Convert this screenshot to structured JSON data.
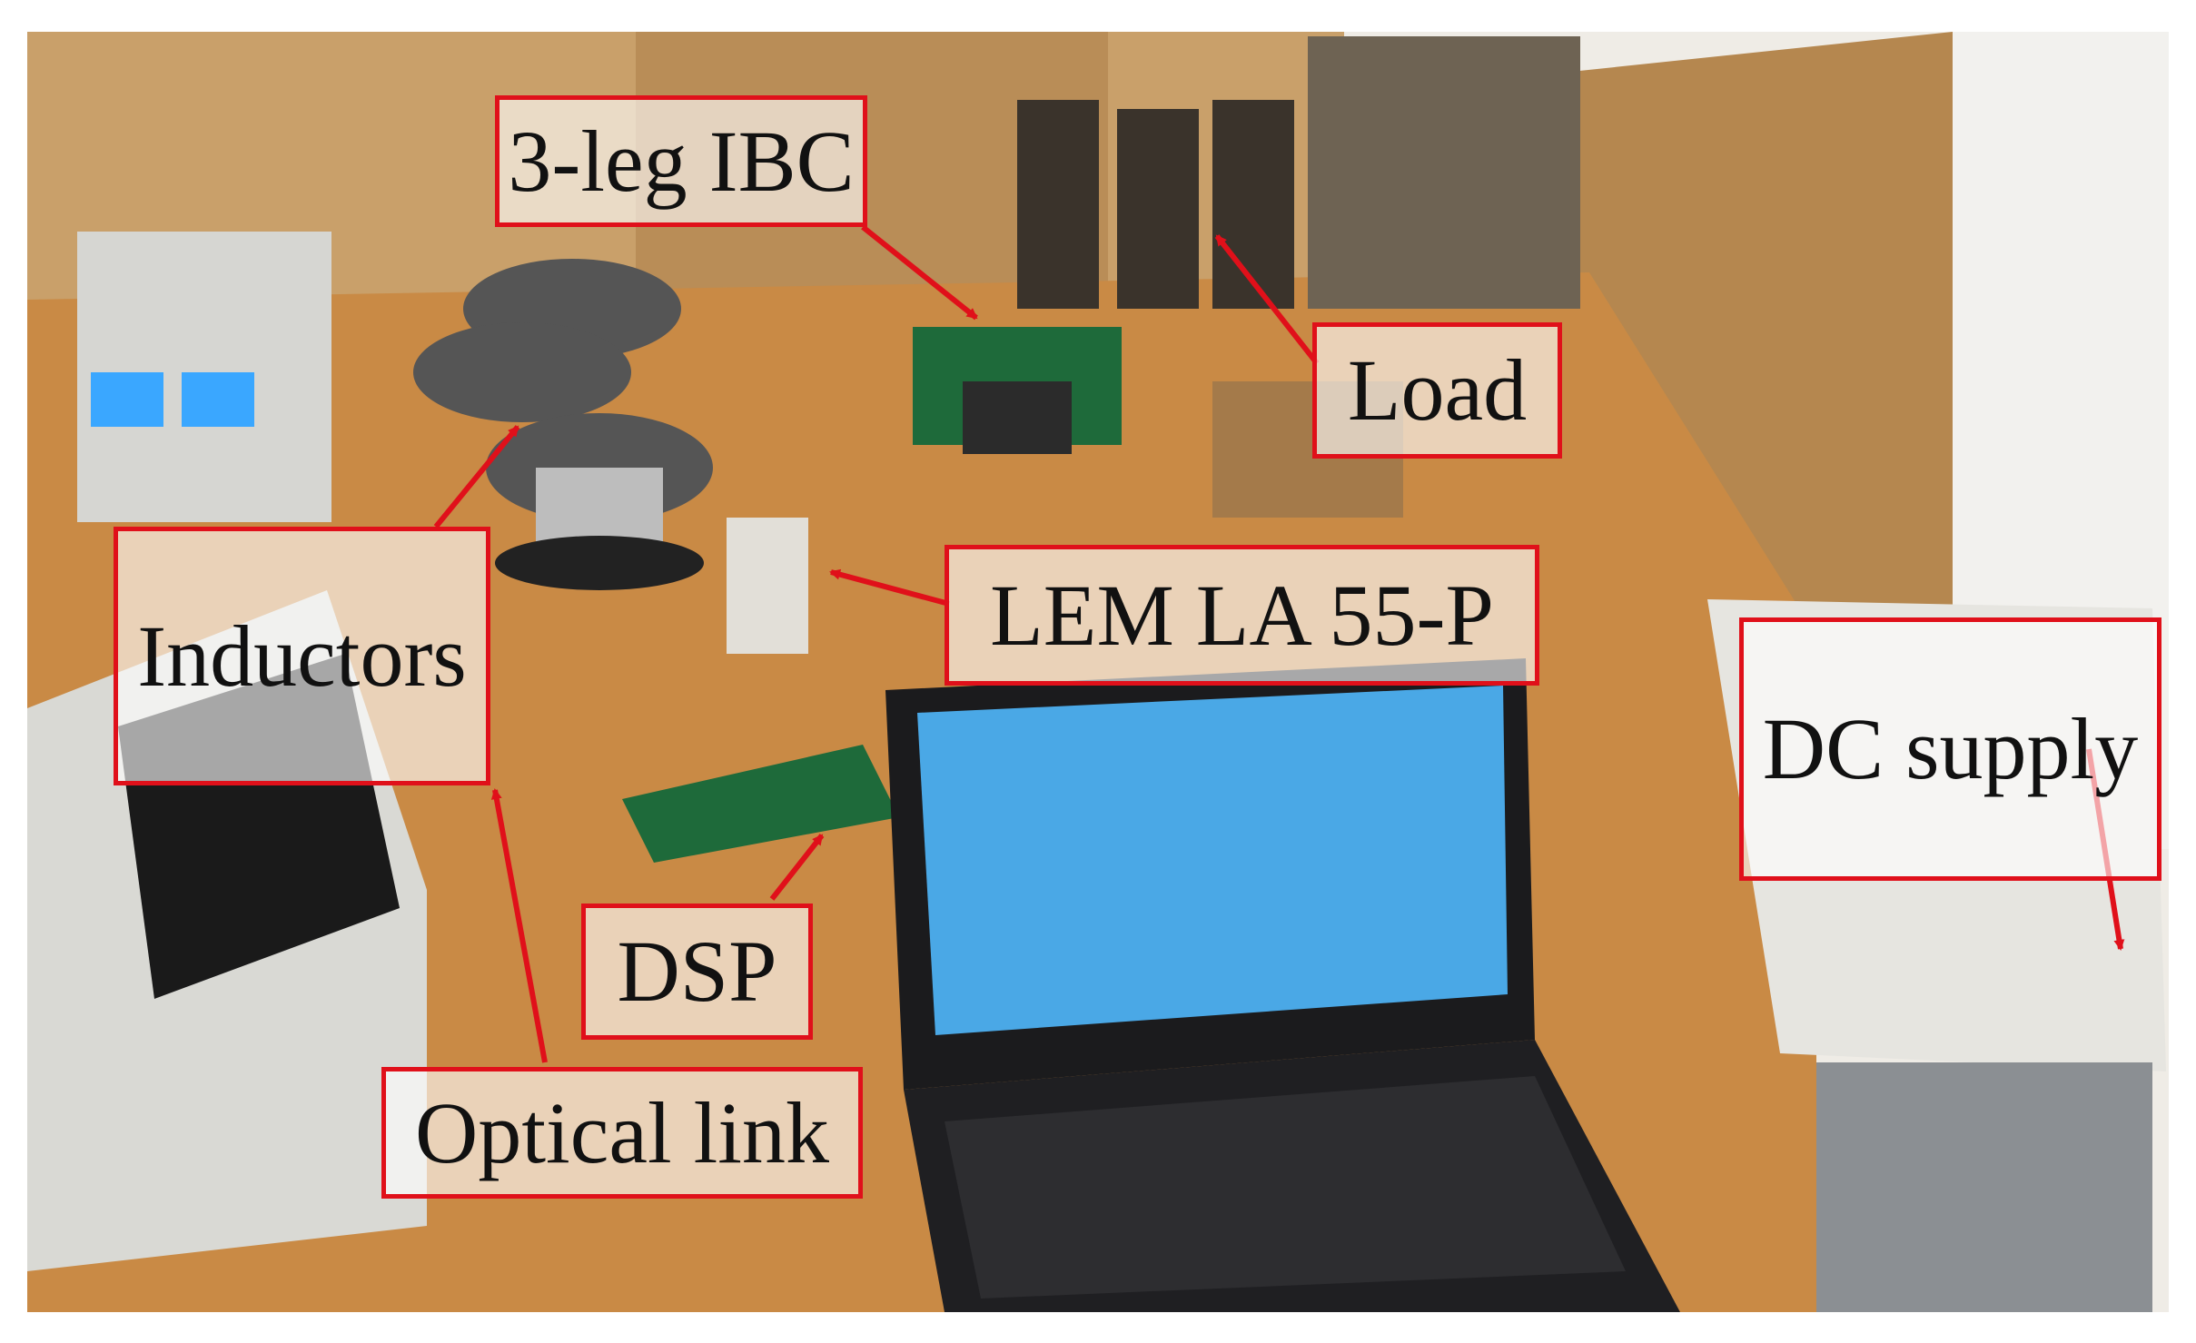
{
  "image": {
    "description_free": true
  },
  "labels": {
    "ibc": "3-leg IBC",
    "load": "Load",
    "lem": "LEM LA 55-P",
    "inductors": "Inductors",
    "dc_supply": "DC supply",
    "dsp": "DSP",
    "optical_link": "Optical link"
  },
  "colors": {
    "annotation_red": "#e0101a",
    "table_wood": "#c98a45",
    "cardboard": "#c9a06a",
    "wall": "#efece6",
    "laptop_body": "#1b1b1d",
    "laptop_screen": "#4aa8e6",
    "pcb_green": "#1e6a3a",
    "scope_body": "#d9d9d4"
  }
}
